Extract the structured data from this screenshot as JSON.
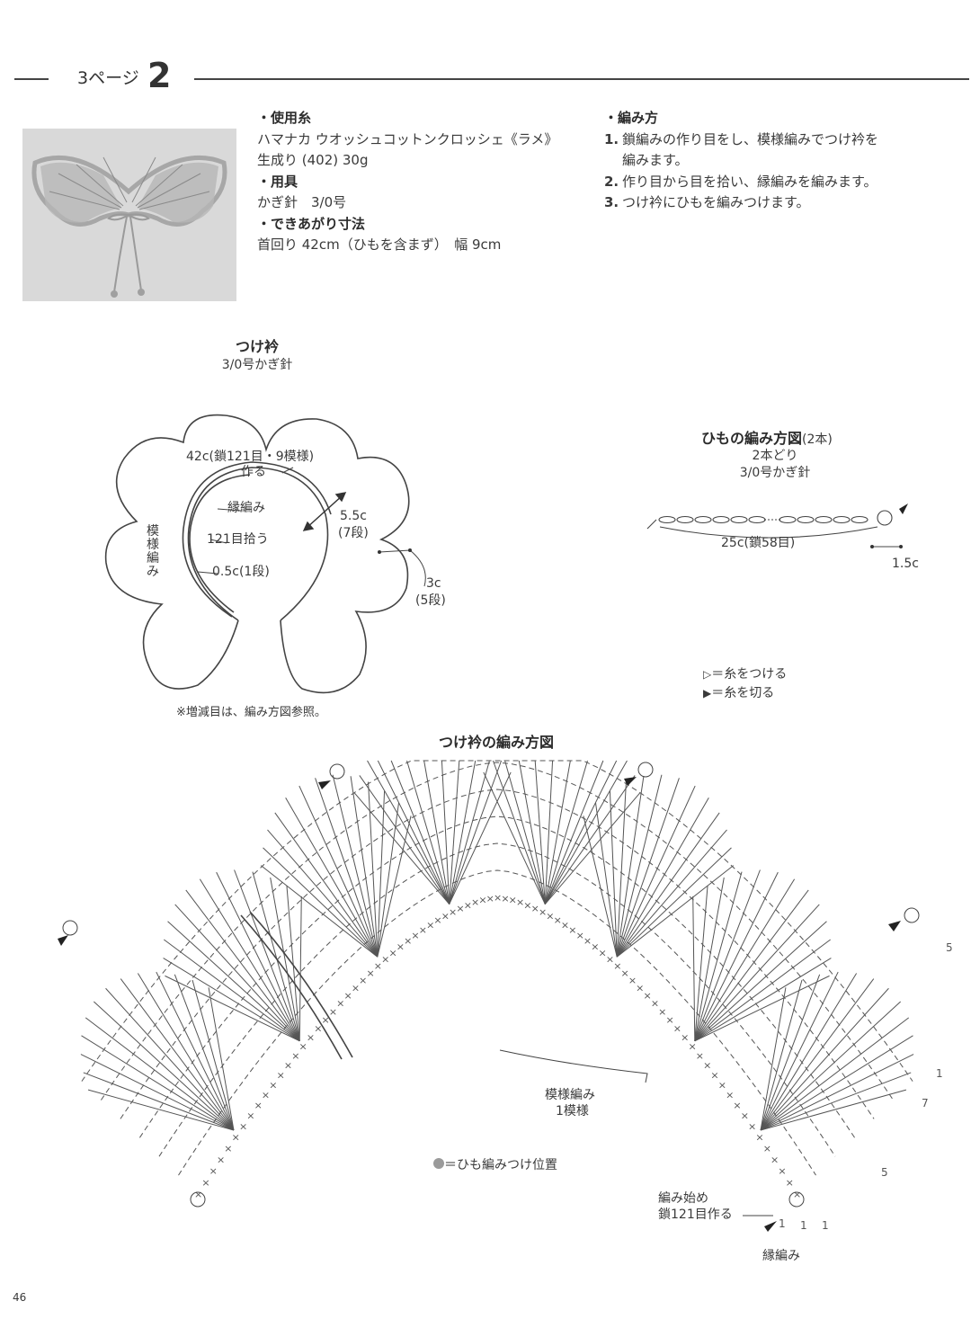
{
  "header": {
    "page_label": "3ページ",
    "pattern_number": "2"
  },
  "materials": {
    "yarn_heading": "・使用糸",
    "yarn_line1": "ハマナカ ウオッシュコットンクロッシェ《ラメ》",
    "yarn_line2": "生成り (402) 30g",
    "tools_heading": "・用具",
    "tools_line": "かぎ針　3/0号",
    "size_heading": "・できあがり寸法",
    "size_line": "首回り 42cm（ひもを含まず）　幅 9cm"
  },
  "instructions": {
    "heading": "・編み方",
    "steps": [
      {
        "num": "1.",
        "text": "鎖編みの作り目をし、模様編みでつけ衿を",
        "text2": "編みます。"
      },
      {
        "num": "2.",
        "text": "作り目から目を拾い、縁編みを編みます。"
      },
      {
        "num": "3.",
        "text": "つけ衿にひもを編みつけます。"
      }
    ]
  },
  "collar_diagram": {
    "title": "つけ衿",
    "hook": "3/0号かぎ針",
    "cast_on_line1": "42c(鎖121目・9模様)",
    "cast_on_line2": "作る",
    "edging": "縁編み",
    "pattern_vertical": "模様編み",
    "pick_up": "121目拾う",
    "edging_depth": "0.5c(1段)",
    "depth_cm": "5.5c",
    "depth_rows": "(7段)",
    "petal_cm": "3c",
    "petal_rows": "(5段)",
    "note": "※増減目は、編み方図参照。"
  },
  "cord_diagram": {
    "title": "ひもの編み方図",
    "count": "(2本)",
    "strands": "2本どり",
    "hook": "3/0号かぎ針",
    "length": "25c(鎖58目)",
    "end": "1.5c"
  },
  "legend": {
    "attach_yarn": "＝糸をつける",
    "cut_yarn": "＝糸を切る"
  },
  "chart": {
    "title": "つけ衿の編み方図",
    "repeat_line1": "模様編み",
    "repeat_line2": "1模様",
    "cord_position": "＝ひも編みつけ位置",
    "start_line1": "編み始め",
    "start_line2": "鎖121目作る",
    "edging": "縁編み",
    "row_labels": [
      "5",
      "1",
      "7",
      "5",
      "1",
      "1",
      "1"
    ]
  },
  "page_number": "46",
  "colors": {
    "ink": "#3a3a3a",
    "line": "#444444",
    "photo_bg": "#dcdcdc",
    "dot": "#9a9a9a"
  }
}
